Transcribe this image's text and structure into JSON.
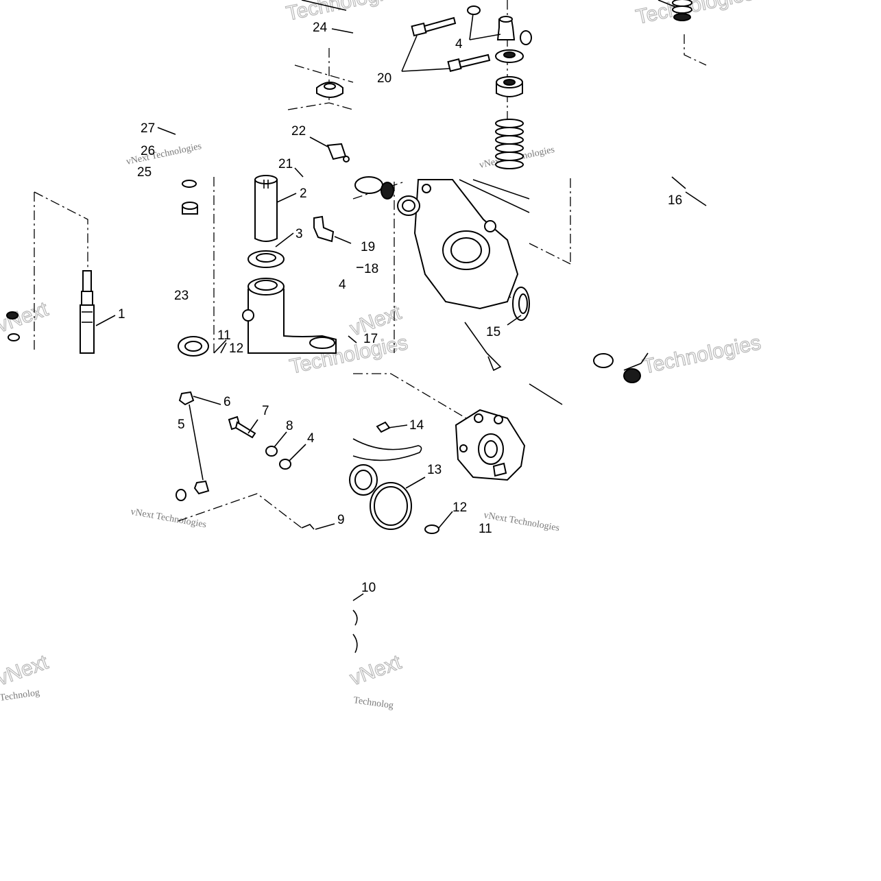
{
  "callouts": {
    "c1": "1",
    "c2": "2",
    "c3": "3",
    "c4a": "4",
    "c4b": "4",
    "c4c": "4",
    "c5": "5",
    "c6": "6",
    "c7": "7",
    "c8": "8",
    "c9": "9",
    "c10": "10",
    "c11a": "11",
    "c11b": "11",
    "c12a": "12",
    "c12b": "12",
    "c13": "13",
    "c14": "14",
    "c15": "15",
    "c16": "16",
    "c17": "17",
    "c18": "18",
    "c19": "19",
    "c20": "20",
    "c21": "21",
    "c22": "22",
    "c23": "23",
    "c24": "24",
    "c25": "25",
    "c26": "26",
    "c27": "27"
  },
  "watermarks": {
    "brand_a": "vNext Technologies",
    "brand_b": "Technologies",
    "brand_c": "vNext",
    "brand_d": "Technolog"
  }
}
